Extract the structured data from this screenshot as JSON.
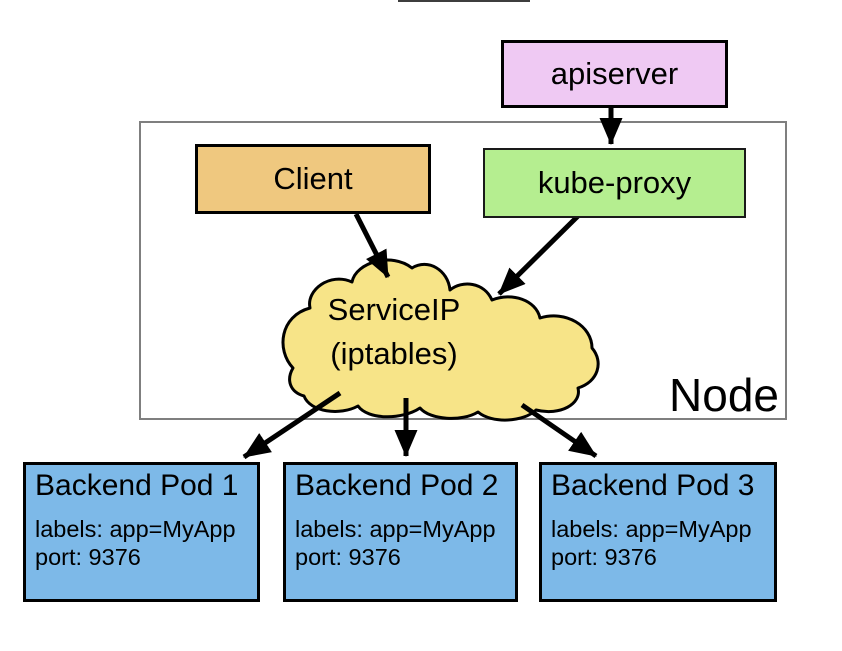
{
  "apiserver": {
    "label": "apiserver"
  },
  "node": {
    "label": "Node"
  },
  "client": {
    "label": "Client"
  },
  "kube_proxy": {
    "label": "kube-proxy"
  },
  "service": {
    "line1": "ServiceIP",
    "line2": "(iptables)"
  },
  "pods": [
    {
      "title": "Backend Pod 1",
      "labels": "labels: app=MyApp",
      "port": "port: 9376"
    },
    {
      "title": "Backend Pod 2",
      "labels": "labels: app=MyApp",
      "port": "port: 9376"
    },
    {
      "title": "Backend Pod 3",
      "labels": "labels: app=MyApp",
      "port": "port: 9376"
    }
  ],
  "edges": [
    {
      "from": "apiserver",
      "to": "kube-proxy"
    },
    {
      "from": "Client",
      "to": "ServiceIP (iptables)"
    },
    {
      "from": "kube-proxy",
      "to": "ServiceIP (iptables)"
    },
    {
      "from": "ServiceIP (iptables)",
      "to": "Backend Pod 1"
    },
    {
      "from": "ServiceIP (iptables)",
      "to": "Backend Pod 2"
    },
    {
      "from": "ServiceIP (iptables)",
      "to": "Backend Pod 3"
    }
  ],
  "colors": {
    "apiserver_fill": "#efc9f3",
    "client_fill": "#efc87f",
    "kube_proxy_fill": "#b5ee90",
    "cloud_fill": "#f7e488",
    "pod_fill": "#7db9e8",
    "node_border": "#7f7f7f",
    "arrow": "#000000",
    "outline": "#000000"
  }
}
